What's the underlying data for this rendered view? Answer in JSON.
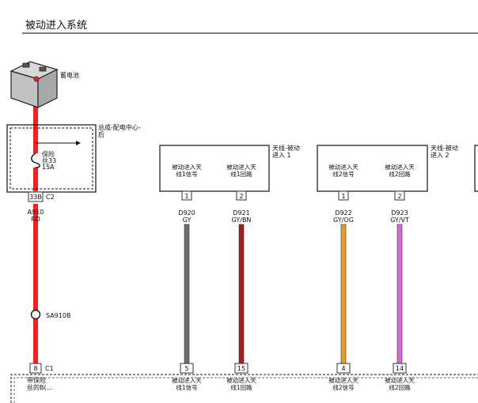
{
  "header": {
    "title": "被动进入系统"
  },
  "battery": {
    "label": "蓄电池"
  },
  "power_center": {
    "label_line1": "总成-配电中心-",
    "label_line2": "后"
  },
  "fuse": {
    "line1": "保险",
    "line2": "丝33",
    "rating": "15A"
  },
  "connectors": {
    "c2_pin": "33B",
    "c2_name": "C2",
    "c1_pin": "8",
    "c1_name": "C1"
  },
  "main_wire": {
    "id": "A910",
    "color_code": "RD",
    "color": "#ff1c1c"
  },
  "splice": {
    "label": "SA910B"
  },
  "antenna1": {
    "title_line1": "天线-被动",
    "title_line2": "进入 1",
    "pins": [
      {
        "func_line1": "被动进入天",
        "func_line2": "线1信号",
        "pin": "1",
        "wire_id": "D920",
        "wire_color": "GY",
        "color": "#6e6e6e",
        "bottom_pin": "5",
        "bottom_line1": "被动进入天",
        "bottom_line2": "线1信号"
      },
      {
        "func_line1": "被动进入天",
        "func_line2": "线1回路",
        "pin": "2",
        "wire_id": "D921",
        "wire_color": "GY/BN",
        "color": "#a51c1c",
        "bottom_pin": "15",
        "bottom_line1": "被动进入天",
        "bottom_line2": "线1回路"
      }
    ]
  },
  "antenna2": {
    "title_line1": "天线-被动",
    "title_line2": "进入 2",
    "pins": [
      {
        "func_line1": "被动进入天",
        "func_line2": "线2信号",
        "pin": "1",
        "wire_id": "D922",
        "wire_color": "GY/OG",
        "color": "#e89a2a",
        "bottom_pin": "4",
        "bottom_line1": "被动进入天",
        "bottom_line2": "线2信号"
      },
      {
        "func_line1": "被动进入天",
        "func_line2": "线2回路",
        "pin": "2",
        "wire_id": "D923",
        "wire_color": "GY/VT",
        "color": "#d46ad4",
        "bottom_pin": "14",
        "bottom_line1": "被动进入天",
        "bottom_line2": "线2回路"
      }
    ]
  },
  "bottom_module": {
    "label_line1": "带保险",
    "label_line2": "丝的B(..."
  }
}
